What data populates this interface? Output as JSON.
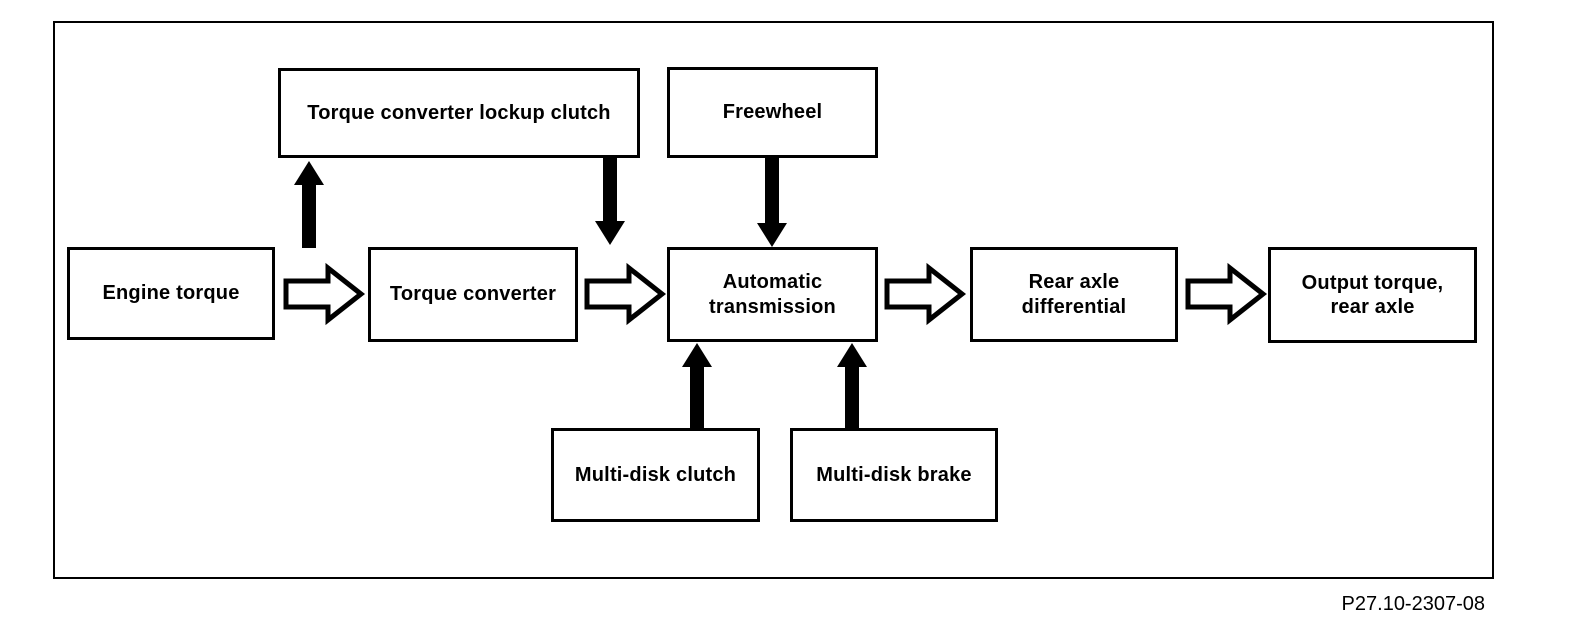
{
  "diagram": {
    "figure_number": "P27.10-2307-08",
    "colors": {
      "line": "#000000",
      "background": "#ffffff"
    },
    "boxes": {
      "engine_torque": {
        "label": "Engine torque"
      },
      "torque_converter": {
        "label": "Torque converter"
      },
      "automatic_transmission": {
        "label": "Automatic\ntransmission"
      },
      "rear_axle_differential": {
        "label": "Rear axle\ndifferential"
      },
      "output_torque_rear_axle": {
        "label": "Output torque,\nrear axle"
      },
      "torque_converter_lockup_clutch": {
        "label": "Torque converter lockup clutch"
      },
      "freewheel": {
        "label": "Freewheel"
      },
      "multi_disk_clutch": {
        "label": "Multi-disk clutch"
      },
      "multi_disk_brake": {
        "label": "Multi-disk brake"
      }
    },
    "connections": [
      {
        "from": "engine_torque",
        "to": "torque_converter",
        "style": "hollow-right-arrow"
      },
      {
        "from": "torque_converter",
        "to": "automatic_transmission",
        "style": "hollow-right-arrow"
      },
      {
        "from": "automatic_transmission",
        "to": "rear_axle_differential",
        "style": "hollow-right-arrow"
      },
      {
        "from": "rear_axle_differential",
        "to": "output_torque_rear_axle",
        "style": "hollow-right-arrow"
      },
      {
        "from": "torque_converter",
        "to": "torque_converter_lockup_clutch",
        "style": "solid-up-arrow"
      },
      {
        "from": "torque_converter_lockup_clutch",
        "to": "automatic_transmission",
        "style": "solid-down-arrow"
      },
      {
        "from": "freewheel",
        "to": "automatic_transmission",
        "style": "solid-down-arrow"
      },
      {
        "from": "multi_disk_clutch",
        "to": "automatic_transmission",
        "style": "solid-up-arrow"
      },
      {
        "from": "multi_disk_brake",
        "to": "automatic_transmission",
        "style": "solid-up-arrow"
      }
    ]
  }
}
